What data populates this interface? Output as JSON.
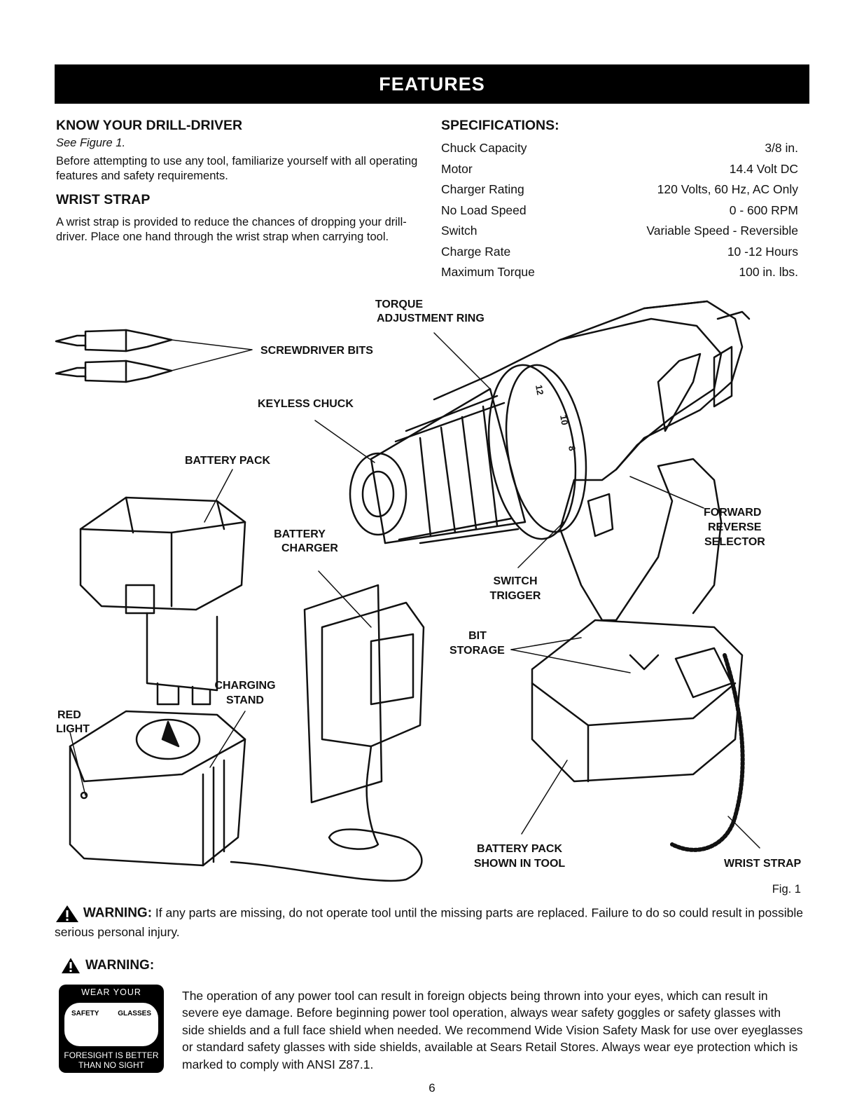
{
  "banner": "FEATURES",
  "left": {
    "heading1": "KNOW YOUR DRILL-DRIVER",
    "see_figure": "See Figure 1.",
    "para1": "Before attempting to use any tool, familiarize yourself with all operating features and safety requirements.",
    "heading2": "WRIST STRAP",
    "para2": "A wrist strap is provided to reduce the chances of dropping your drill-driver. Place one hand through the wrist strap when carrying tool."
  },
  "specs": {
    "title": "SPECIFICATIONS:",
    "rows": [
      {
        "label": "Chuck Capacity",
        "value": "3/8 in."
      },
      {
        "label": "Motor",
        "value": "14.4 Volt DC"
      },
      {
        "label": "Charger Rating",
        "value": "120 Volts, 60 Hz, AC Only"
      },
      {
        "label": "No Load Speed",
        "value": "0 - 600 RPM"
      },
      {
        "label": "Switch",
        "value": "Variable Speed - Reversible"
      },
      {
        "label": "Charge Rate",
        "value": "10 -12 Hours"
      },
      {
        "label": "Maximum Torque",
        "value": "100 in. lbs."
      }
    ]
  },
  "figure": {
    "torque_1": "TORQUE",
    "torque_2": "ADJUSTMENT RING",
    "screwdriver_bits": "SCREWDRIVER BITS",
    "keyless_chuck": "KEYLESS CHUCK",
    "battery_pack": "BATTERY PACK",
    "battery_charger_1": "BATTERY",
    "battery_charger_2": "CHARGER",
    "forward_1": "FORWARD",
    "forward_2": "REVERSE",
    "forward_3": "SELECTOR",
    "switch_1": "SWITCH",
    "switch_2": "TRIGGER",
    "bit_1": "BIT",
    "bit_2": "STORAGE",
    "charging_1": "CHARGING",
    "charging_2": "STAND",
    "red_1": "RED",
    "red_2": "LIGHT",
    "shown_1": "BATTERY PACK",
    "shown_2": "SHOWN IN TOOL",
    "wrist_strap": "WRIST STRAP",
    "fig_no": "Fig. 1",
    "chuck_marks": [
      "12",
      "10",
      "8"
    ]
  },
  "warning1": {
    "tag": "WARNING:",
    "text": "If any parts are missing, do not operate tool until the missing parts are replaced. Failure to do so could result in possible serious personal injury."
  },
  "warning2": {
    "tag": "WARNING:",
    "badge_top": "WEAR YOUR",
    "badge_left": "SAFETY",
    "badge_right": "GLASSES",
    "badge_bottom_1": "FORESIGHT IS BETTER",
    "badge_bottom_2": "THAN NO SIGHT",
    "text": "The operation of any power tool can result in foreign objects being thrown into your eyes, which can result in severe eye damage. Before beginning power tool operation, always wear safety goggles or safety glasses with side shields and a full face shield when needed. We recommend Wide Vision Safety Mask for use over eyeglasses or standard safety glasses with side shields, available at Sears Retail Stores. Always wear eye protection which is marked to comply with ANSI Z87.1."
  },
  "page_number": "6"
}
